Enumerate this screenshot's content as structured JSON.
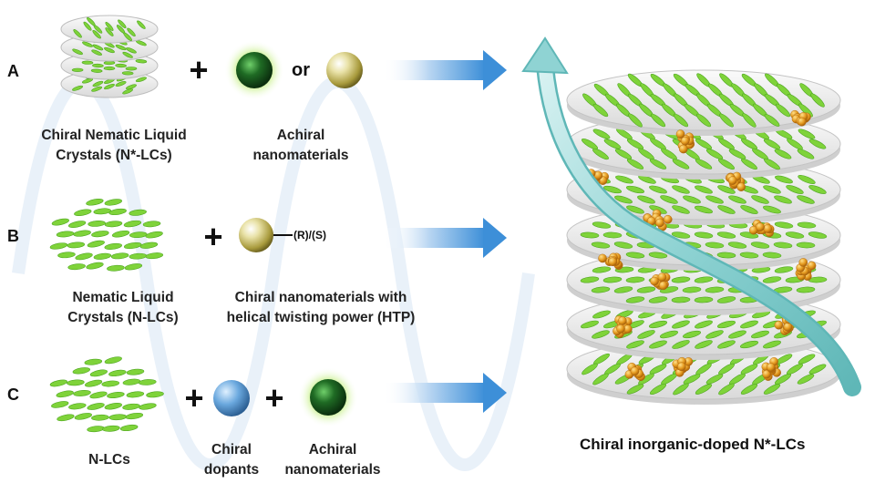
{
  "rows": [
    {
      "label": "A",
      "host_caption": [
        "Chiral Nematic Liquid",
        "Crystals (N*-LCs)"
      ],
      "connector": "or",
      "dopant_caption": [
        "Achiral",
        "nanomaterials"
      ]
    },
    {
      "label": "B",
      "host_caption": [
        "Nematic Liquid",
        "Crystals (N-LCs)"
      ],
      "ligand_label": "(R)/(S)",
      "dopant_caption": [
        "Chiral nanomaterials with",
        "helical twisting power (HTP)"
      ]
    },
    {
      "label": "C",
      "host_caption": [
        "N-LCs"
      ],
      "dopant_caption_1": [
        "Chiral",
        "dopants"
      ],
      "dopant_caption_2": [
        "Achiral",
        "nanomaterials"
      ]
    }
  ],
  "plus_symbol": "+",
  "result_caption": "Chiral inorganic-doped N*-LCs",
  "colors": {
    "lc_green": "#7fd33a",
    "arrow_blue": "#3d8fd8",
    "helix_teal": "#8fd3d3",
    "nanoparticle_gold": "#e59a1f",
    "dark_green_sphere": "#1f6b24",
    "blue_sphere": "#5f9fd6"
  }
}
